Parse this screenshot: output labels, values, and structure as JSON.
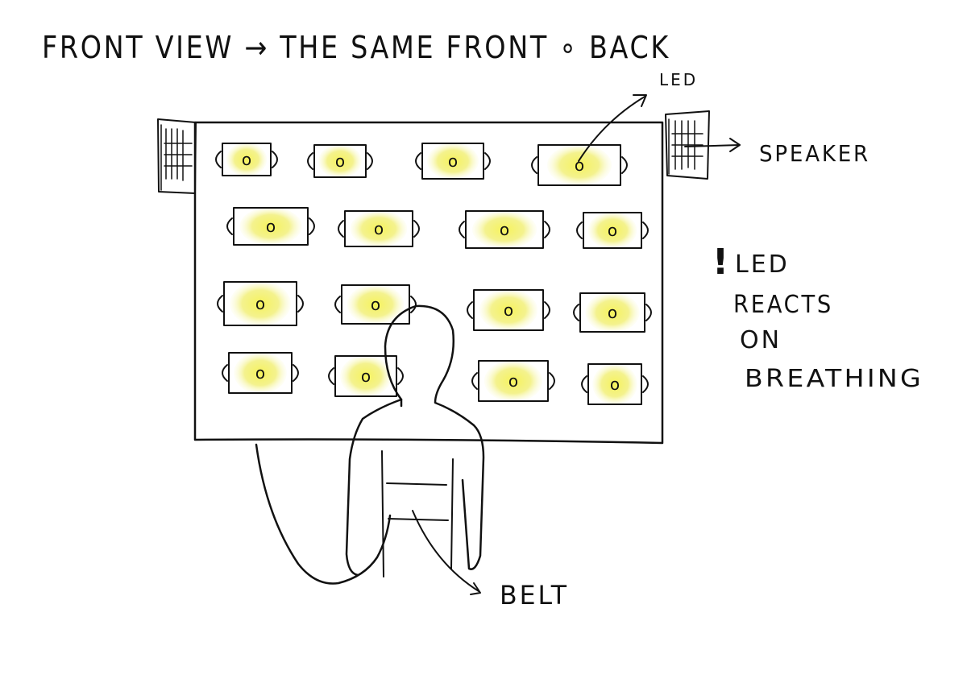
{
  "title": "FRONT VIEW → THE SAME FRONT ∘ BACK",
  "labels": {
    "led": "LED",
    "speaker": "SPEAKER",
    "belt": "BELT"
  },
  "note": {
    "mark": "!",
    "line1": "LED",
    "line2": "REACTS",
    "line3": "ON",
    "line4": "BREATHING"
  },
  "led_symbol": "o",
  "led_grid": {
    "rows": 4,
    "cols": 4
  },
  "colors": {
    "ink": "#111111",
    "led_glow": "#f2f25a",
    "paper": "#ffffff"
  }
}
